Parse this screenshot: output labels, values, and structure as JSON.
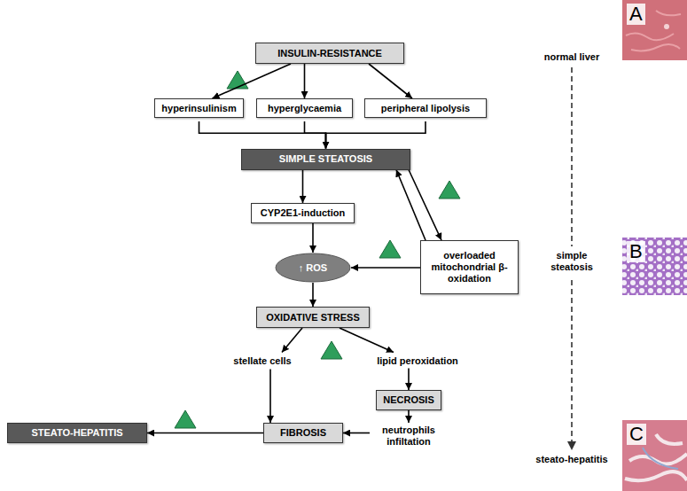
{
  "diagram": {
    "nodes": [
      {
        "text": [
          "INSULIN-RESISTANCE"
        ]
      },
      {
        "text": [
          "hyperinsulinism"
        ]
      },
      {
        "text": [
          "hyperglycaemia"
        ]
      },
      {
        "text": [
          "peripheral lipolysis"
        ]
      },
      {
        "text": [
          "SIMPLE STEATOSIS"
        ]
      },
      {
        "text": [
          "CYP2E1-induction"
        ]
      },
      {
        "text": [
          "↑ ROS"
        ]
      },
      {
        "text": [
          "overloaded mitochondrial β-oxidation"
        ]
      },
      {
        "text": [
          "OXIDATIVE STRESS"
        ]
      },
      {
        "text": [
          "stellate cells"
        ]
      },
      {
        "text": [
          "lipid peroxidation"
        ]
      },
      {
        "text": [
          "NECROSIS"
        ]
      },
      {
        "text": [
          "neutrophils infiltation"
        ]
      },
      {
        "text": [
          "FIBROSIS"
        ]
      },
      {
        "text": [
          "STEATO-HEPATITIS"
        ]
      }
    ],
    "edges": [
      {
        "from": 0,
        "to": 1,
        "arrow": "to"
      },
      {
        "from": 0,
        "to": 2,
        "arrow": "to"
      },
      {
        "from": 0,
        "to": 3,
        "arrow": "to"
      },
      {
        "from": 1,
        "to": 4,
        "arrow": "to"
      },
      {
        "from": 2,
        "to": 4,
        "arrow": "to"
      },
      {
        "from": 3,
        "to": 4,
        "arrow": "to"
      },
      {
        "from": 4,
        "to": 5,
        "arrow": "to"
      },
      {
        "from": 7,
        "to": 4,
        "arrow": "to"
      },
      {
        "from": 4,
        "to": 7,
        "arrow": "to"
      },
      {
        "from": 5,
        "to": 6,
        "arrow": "to"
      },
      {
        "from": 7,
        "to": 6,
        "arrow": "to"
      },
      {
        "from": 6,
        "to": 8,
        "arrow": "to"
      },
      {
        "from": 8,
        "to": 9,
        "arrow": "to"
      },
      {
        "from": 8,
        "to": 10,
        "arrow": "to"
      },
      {
        "from": 10,
        "to": 11,
        "arrow": "to"
      },
      {
        "from": 11,
        "to": 12,
        "arrow": "to"
      },
      {
        "from": 12,
        "to": 13,
        "arrow": "to"
      },
      {
        "from": 9,
        "to": 13,
        "arrow": "to"
      },
      {
        "from": 13,
        "to": 14,
        "arrow": "to"
      }
    ],
    "labels": [
      "normal liver",
      "simple steatosis",
      "steato-hepatitis",
      "A",
      "B",
      "C"
    ]
  }
}
